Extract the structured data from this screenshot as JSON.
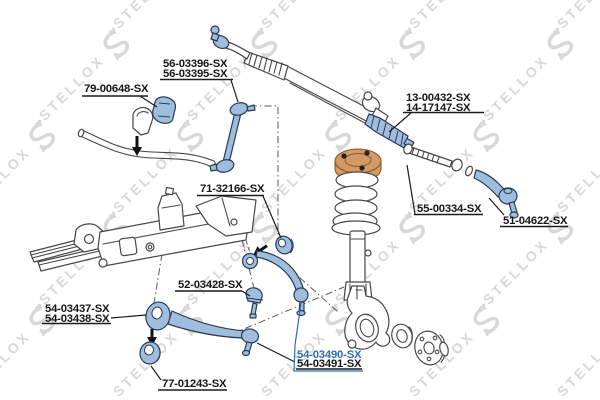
{
  "watermark": {
    "text": "STELLOX"
  },
  "colors": {
    "highlight": "#2f6db5",
    "part_fill": "#9fbedd",
    "part_stroke": "#2a3b55",
    "spring_mount_tan": "#d49964",
    "line_art": "#474747",
    "watermark_gray": "#d8d8d8",
    "label_text": "#161616"
  },
  "labels": {
    "stab_link": {
      "line1": "56-03396-SX",
      "line2": "56-03395-SX"
    },
    "stab_bushing": {
      "line1": "79-00648-SX"
    },
    "rack_boot_kit": {
      "line1": "13-00432-SX",
      "line2": "14-17147-SX"
    },
    "arm_bushing": {
      "line1": "71-32166-SX"
    },
    "inner_tie_rod": {
      "line1": "55-00334-SX"
    },
    "tie_rod_end": {
      "line1": "51-04622-SX"
    },
    "ball_joint": {
      "line1": "52-03428-SX"
    },
    "lower_arm_bushing": {
      "line1": "54-03437-SX",
      "line2": "54-03438-SX"
    },
    "control_arm": {
      "line1": "54-03490-SX",
      "line2": "54-03491-SX"
    },
    "spare_bushing": {
      "line1": "77-01243-SX"
    }
  }
}
